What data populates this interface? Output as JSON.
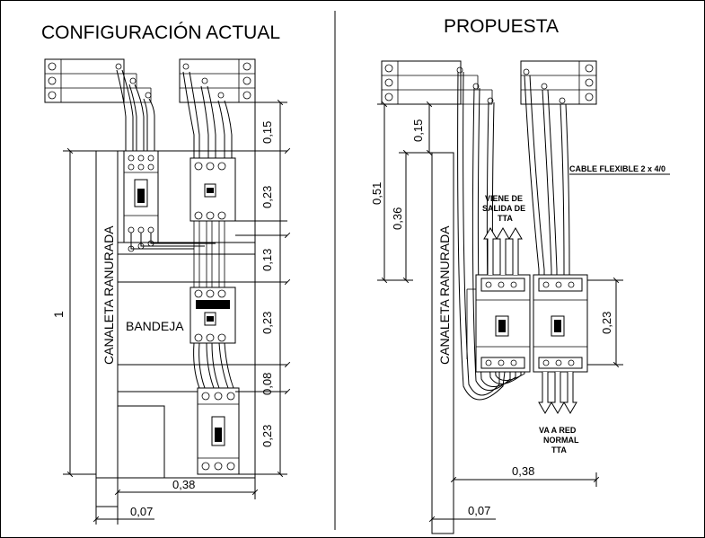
{
  "left": {
    "title": "CONFIGURACIÓN ACTUAL",
    "channel_label": "CANALETA RANURADA",
    "tray_label": "BANDEJA",
    "dims": {
      "d1": "0,15",
      "d2": "0,23",
      "d3": "0,13",
      "d4": "0,23",
      "d5": "0,08",
      "d6": "0,23",
      "height": "1",
      "width": "0,38",
      "channel_width": "0,07"
    }
  },
  "right": {
    "title": "PROPUESTA",
    "channel_label": "CANALETA RANURADA",
    "cable_label": "CABLE FLEXIBLE 2 x 4/0",
    "from_label": [
      "VIENE DE",
      "SALIDA DE",
      "TTA"
    ],
    "to_label": [
      "VA A RED",
      "NORMAL",
      "TTA"
    ],
    "dims": {
      "d1": "0,15",
      "d2": "0,51",
      "d3": "0,36",
      "d4": "0,23",
      "width": "0,38",
      "channel_width": "0,07"
    }
  }
}
